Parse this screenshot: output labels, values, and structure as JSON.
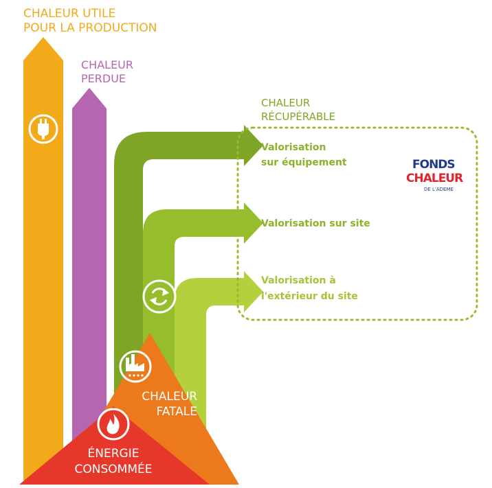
{
  "labels": {
    "useful_heat_line1": "CHALEUR UTILE",
    "useful_heat_line2": "POUR LA PRODUCTION",
    "lost_heat_line1": "CHALEUR",
    "lost_heat_line2": "PERDUE",
    "recoverable_line1": "CHALEUR",
    "recoverable_line2": "RÉCUPÉRABLE",
    "equipment_line1": "Valorisation",
    "equipment_line2": "sur équipement",
    "site": "Valorisation sur site",
    "outside_line1": "Valorisation à",
    "outside_line2": "l'extérieur du site",
    "fatal_line1": "CHALEUR",
    "fatal_line2": "FATALE",
    "energy_line1": "ÉNERGIE",
    "energy_line2": "CONSOMMÉE"
  },
  "logo": {
    "line1": "FONDS",
    "line2": "CHALEUR",
    "line3": "DE L'ADEME"
  },
  "colors": {
    "orange": "#F2A91A",
    "purple": "#B666B0",
    "green_dark": "#7FA526",
    "green_mid": "#96BE2C",
    "green_light": "#B4D03C",
    "fatal_orange": "#EC7A1C",
    "energy_red": "#E6372B",
    "logo_blue": "#1F3C8C",
    "logo_red": "#E2232B"
  },
  "icons": [
    "plug-icon",
    "recycle-icon",
    "factory-icon",
    "flame-icon"
  ]
}
